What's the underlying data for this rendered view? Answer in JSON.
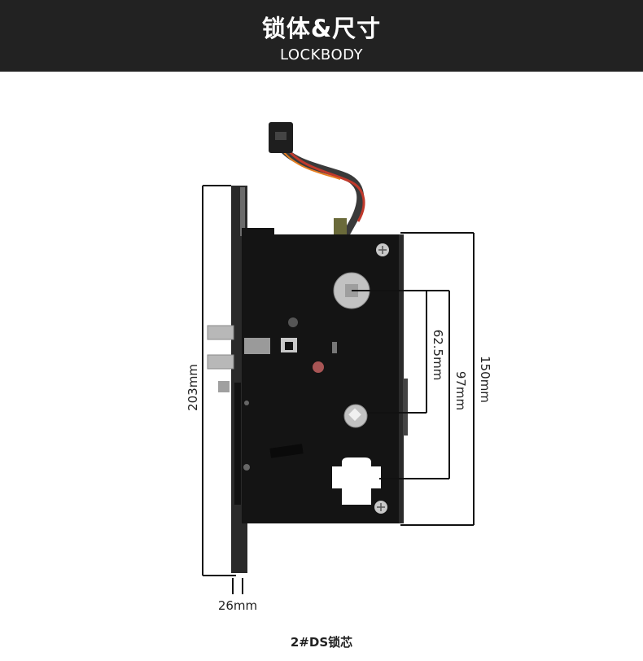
{
  "header": {
    "title": "锁体&尺寸",
    "subtitle": "LOCKBODY"
  },
  "dimensions": {
    "total_height": "203mm",
    "width": "26mm",
    "case_height": "150mm",
    "to_cylinder": "97mm",
    "to_handle": "62.5mm"
  },
  "caption": "2#DS锁芯",
  "colors": {
    "banner_bg": "#222222",
    "lock_body": "#141414",
    "faceplate": "#2a2a2a"
  }
}
